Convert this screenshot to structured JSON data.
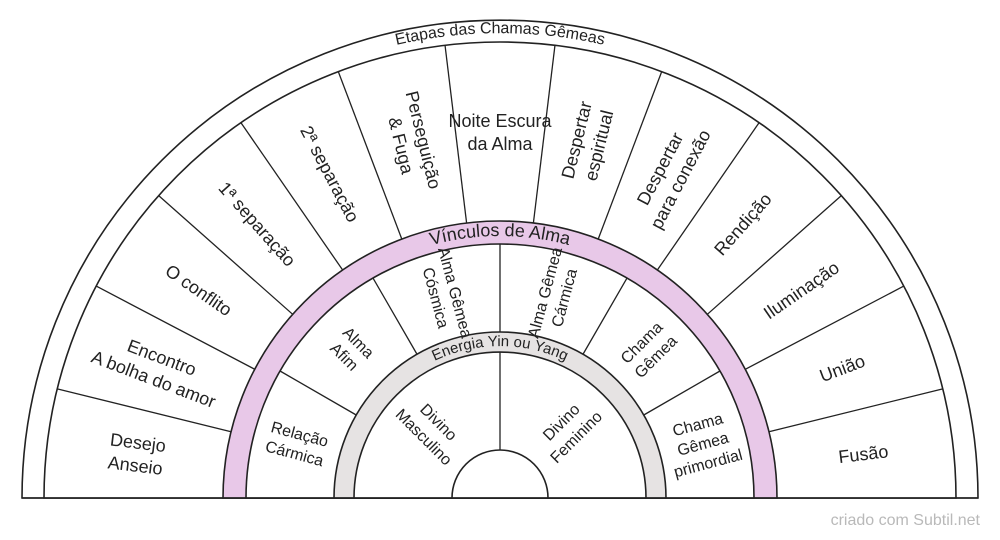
{
  "title": "Etapas das Chamas Gêmeas",
  "outer_ring": {
    "segments": [
      [
        "Desejo",
        "Anseio"
      ],
      [
        "Encontro",
        "A bolha do amor"
      ],
      [
        "O conflito"
      ],
      [
        "1ª separação"
      ],
      [
        "2ª separação"
      ],
      [
        "Perseguição",
        "& Fuga"
      ],
      [
        "Noite Escura",
        "da Alma"
      ],
      [
        "Despertar",
        "espiritual"
      ],
      [
        "Despertar",
        "para conexão"
      ],
      [
        "Rendição"
      ],
      [
        "Iluminação"
      ],
      [
        "União"
      ],
      [
        "Fusão"
      ]
    ]
  },
  "soul_band": {
    "label": "Vínculos de Alma",
    "color": "#e8c8e8"
  },
  "middle_ring": {
    "segments": [
      [
        "Relação",
        "Cármica"
      ],
      [
        "Alma",
        "Afim"
      ],
      [
        "Alma Gêmea",
        "Cósmica"
      ],
      [
        "Alma Gêmea",
        "Cármica"
      ],
      [
        "Chama",
        "Gêmea"
      ],
      [
        "Chama",
        "Gêmea",
        "primordial"
      ]
    ]
  },
  "energy_band": {
    "label": "Energia Yin ou Yang",
    "color": "#e6e3e3"
  },
  "inner_ring": {
    "segments": [
      [
        "Divino",
        "Masculino"
      ],
      [
        "Divino",
        "Feminino"
      ]
    ]
  },
  "credit": "criado com Subtil.net"
}
